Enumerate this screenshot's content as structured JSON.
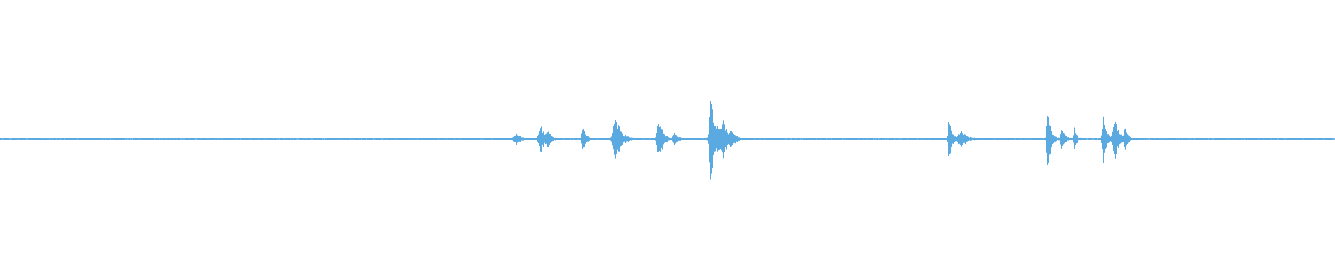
{
  "waveform": {
    "color": "#5aa9e0",
    "background": "#ffffff",
    "bursts": [
      {
        "t": 0.742,
        "amp": 0.04,
        "w": 0.006
      },
      {
        "t": 0.777,
        "amp": 0.12,
        "w": 0.005
      },
      {
        "t": 0.788,
        "amp": 0.05,
        "w": 0.004
      },
      {
        "t": 0.838,
        "amp": 0.1,
        "w": 0.004
      },
      {
        "t": 0.885,
        "amp": 0.17,
        "w": 0.007
      },
      {
        "t": 0.947,
        "amp": 0.17,
        "w": 0.005
      },
      {
        "t": 0.97,
        "amp": 0.05,
        "w": 0.004
      },
      {
        "t": 1.022,
        "amp": 0.32,
        "w": 0.005
      },
      {
        "t": 1.032,
        "amp": 0.08,
        "w": 0.004
      },
      {
        "t": 1.04,
        "amp": 0.12,
        "w": 0.006
      },
      {
        "t": 1.052,
        "amp": 0.05,
        "w": 0.005
      },
      {
        "t": 1.365,
        "amp": 0.14,
        "w": 0.004
      },
      {
        "t": 1.382,
        "amp": 0.05,
        "w": 0.008
      },
      {
        "t": 1.507,
        "amp": 0.21,
        "w": 0.004
      },
      {
        "t": 1.527,
        "amp": 0.08,
        "w": 0.004
      },
      {
        "t": 1.545,
        "amp": 0.08,
        "w": 0.003
      },
      {
        "t": 1.587,
        "amp": 0.16,
        "w": 0.004
      },
      {
        "t": 1.603,
        "amp": 0.18,
        "w": 0.005
      },
      {
        "t": 1.618,
        "amp": 0.07,
        "w": 0.004
      }
    ],
    "duration": 1.92
  }
}
